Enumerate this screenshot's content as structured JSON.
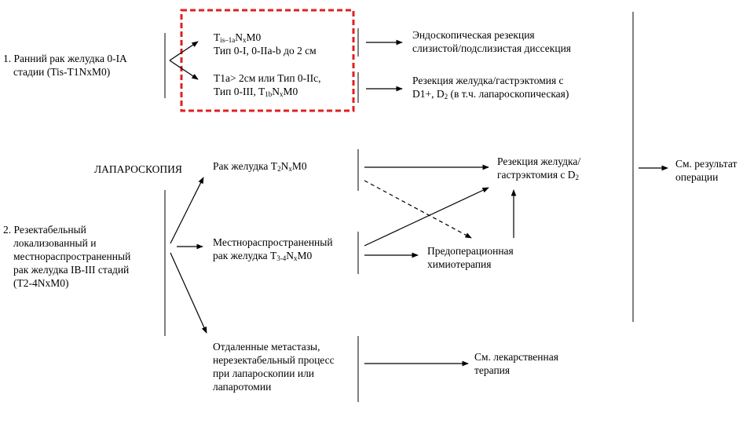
{
  "stage1": {
    "label_lines": [
      "1. Ранний рак желудка 0-IA",
      "стадии (Tis-T1NxM0)"
    ]
  },
  "laparoscopy": {
    "label": "ЛАПАРОСКОПИЯ"
  },
  "stage2": {
    "label_lines": [
      "2. Резектабельный",
      "локализованный и",
      "местнораспространенный",
      "рак желудка IB-III стадий",
      "(T2-4NxM0)"
    ]
  },
  "early_a": {
    "line1": {
      "t": "T",
      "sub": "is–1a",
      "rest": "N",
      "sub2": "x",
      "tail": "M0"
    },
    "line2": "Тип 0-I, 0-IIa-b до 2 см"
  },
  "early_b": {
    "line1": "T1a> 2см или Тип 0-IIc,",
    "line2": {
      "pre": "Тип 0-III, T",
      "sub": "1b",
      "mid": "N",
      "sub2": "x",
      "tail": "M0"
    }
  },
  "outcome_endoscopic": {
    "line1": "Эндоскопическая резекция",
    "line2": "слизистой/подслизистая диссекция"
  },
  "outcome_resection_early": {
    "line1": "Резекция желудка/гастрэктомия с",
    "line2": {
      "pre": "D1+, D",
      "sub": "2",
      "tail": " (в т.ч. лапароскопическая)"
    }
  },
  "t2_node": {
    "pre": "Рак желудка T",
    "sub": "2",
    "mid": "N",
    "sub2": "x",
    "tail": "M0"
  },
  "locally_advanced": {
    "line1": "Местнораспространенный",
    "line2": {
      "pre": "рак желудка T",
      "sub": "3-4",
      "mid": "N",
      "sub2": "x",
      "tail": "M0"
    }
  },
  "metastases": {
    "lines": [
      "Отдаленные метастазы,",
      "нерезектабельный процесс",
      "при лапароскопии или",
      "лапаротомии"
    ]
  },
  "outcome_resection_d2": {
    "line1": "Резекция желудка/",
    "line2": {
      "pre": "гастрэктомия с  D",
      "sub": "2",
      "tail": ""
    }
  },
  "outcome_chemo": {
    "line1": "Предоперационная",
    "line2": "химиотерапия"
  },
  "outcome_drug": {
    "line1": "См. лекарственная",
    "line2": "терапия"
  },
  "outcome_result": {
    "line1": "См. результат",
    "line2": "операции"
  },
  "colors": {
    "highlight": "#e02020",
    "ink": "#000000"
  }
}
